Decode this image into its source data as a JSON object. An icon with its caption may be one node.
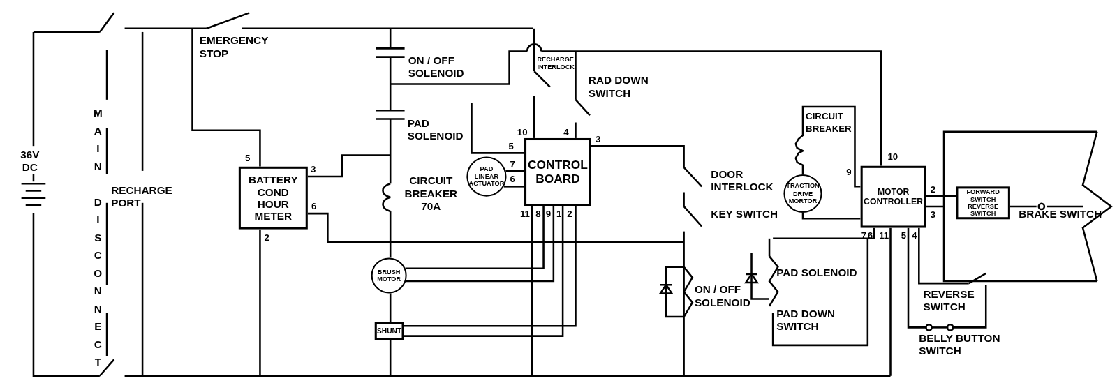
{
  "diagram": {
    "nodes": [
      {
        "text": [
          "BATTERY COND HOUR METER"
        ]
      },
      {
        "text": [
          "CONTROL BOARD"
        ]
      },
      {
        "text": [
          "PAD LINEAR ACTUATOR"
        ]
      },
      {
        "text": [
          "BRUSH MOTOR"
        ]
      },
      {
        "text": [
          "SHUNT"
        ]
      },
      {
        "text": [
          "TRACTION DRIVE MORTOR"
        ]
      },
      {
        "text": [
          "MOTOR CONTROLLER"
        ]
      },
      {
        "text": [
          "FORWARD SWITCH",
          "REVERSE SWITCH"
        ]
      }
    ],
    "edges": [
      {
        "from": 2,
        "to": 1,
        "arrow": "none"
      },
      {
        "from": 2,
        "to": 1,
        "arrow": "none"
      },
      {
        "from": 3,
        "to": 1,
        "arrow": "none"
      },
      {
        "from": 3,
        "to": 1,
        "arrow": "none"
      },
      {
        "from": 4,
        "to": 1,
        "arrow": "none"
      },
      {
        "from": 4,
        "to": 1,
        "arrow": "none"
      },
      {
        "from": 5,
        "to": 6,
        "arrow": "none"
      },
      {
        "from": 6,
        "to": 7,
        "arrow": "none"
      },
      {
        "from": 5,
        "to": 6,
        "arrow": "none"
      }
    ],
    "labels": [
      "EMERGENCY STOP",
      "ON / OFF SOLENOID",
      "RECHARGE INTERLOCK",
      "RAD DOWN SWITCH",
      "PAD SOLENOID",
      "10",
      "4",
      "5",
      "3",
      "3",
      "CIRCUIT BREAKER",
      "10",
      "36V DC",
      "MAIN DISCONNECT",
      "RECHARGE PORT",
      "5",
      "6",
      "2",
      "CIRCUIT BREAKER 70A",
      "7",
      "6",
      "11",
      "8",
      "9",
      "1",
      "2",
      "DOOR INTERLOCK",
      "9",
      "2",
      "KEY SWITCH",
      "3",
      "BRAKE SWITCH",
      "7",
      "6",
      "11",
      "5",
      "4",
      "ON / OFF SOLENOID",
      "PAD SOLENOID",
      "PAD DOWN SWITCH",
      "REVERSE SWITCH",
      "BELLY BUTTON SWITCH"
    ]
  }
}
